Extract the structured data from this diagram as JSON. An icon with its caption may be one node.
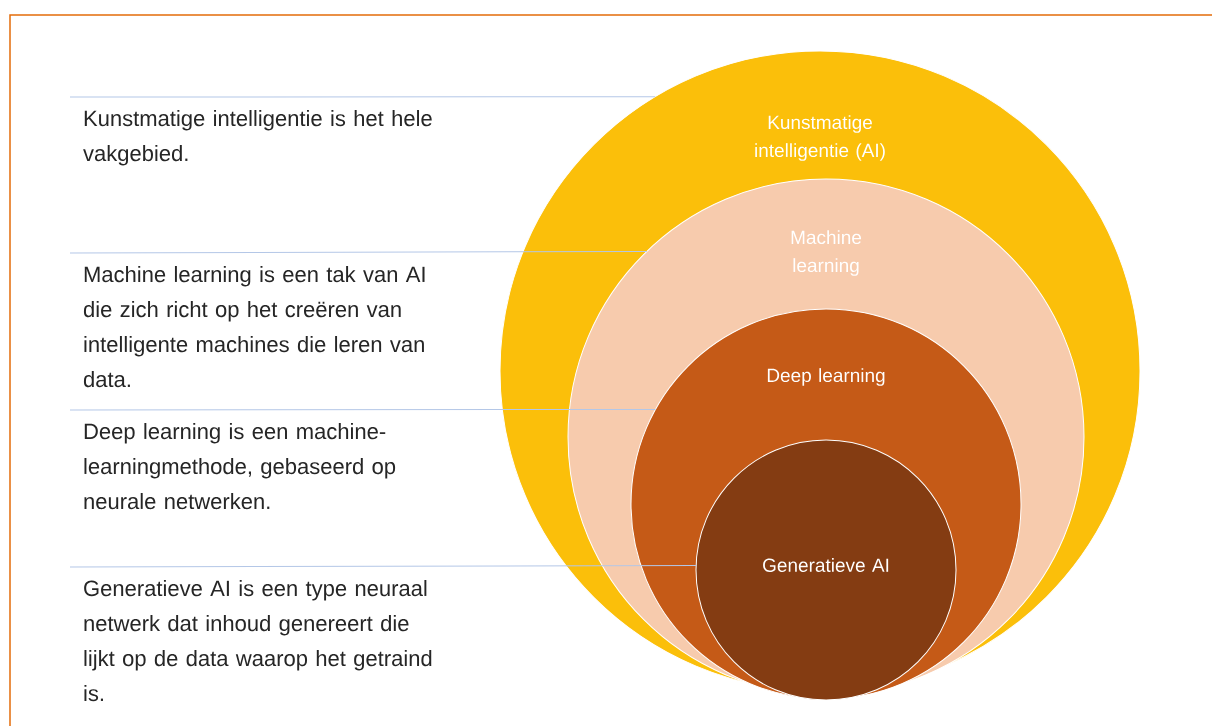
{
  "diagram": {
    "nodes": [
      {
        "text": [
          "Kunstmatige intelligentie (AI)"
        ]
      },
      {
        "text": [
          "Machine learning"
        ],
        "in": 0
      },
      {
        "text": [
          "Deep learning"
        ],
        "in": 1
      },
      {
        "text": [
          "Generatieve AI"
        ],
        "in": 2
      },
      {
        "text": [
          "Kunstmatige intelligentie is het hele vakgebied."
        ]
      },
      {
        "text": [
          "Machine learning is een tak van AI die zich richt op het creëren van intelligente machines die leren van data."
        ]
      },
      {
        "text": [
          "Deep learning is een machine-learningmethode, gebaseerd op neurale netwerken."
        ]
      },
      {
        "text": [
          "Generatieve AI is een type neuraal netwerk dat inhoud genereert die lijkt op de data waarop het getraind is."
        ]
      }
    ],
    "edges": [
      {
        "from": 4,
        "to": 0,
        "arrow": "none"
      },
      {
        "from": 5,
        "to": 1,
        "arrow": "none"
      },
      {
        "from": 6,
        "to": 2,
        "arrow": "none"
      },
      {
        "from": 7,
        "to": 3,
        "arrow": "none"
      }
    ]
  }
}
